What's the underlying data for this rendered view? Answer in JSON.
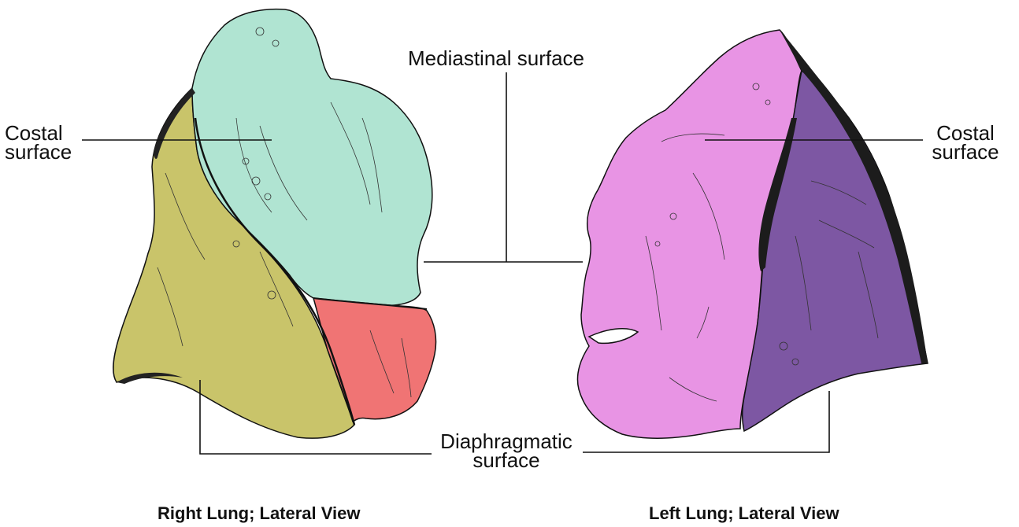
{
  "labels": {
    "costal_left_line1": "Costal",
    "costal_left_line2": "surface",
    "mediastinal": "Mediastinal surface",
    "costal_right_line1": "Costal",
    "costal_right_line2": "surface",
    "diaphragmatic_line1": "Diaphragmatic",
    "diaphragmatic_line2": "surface"
  },
  "captions": {
    "right_lung": "Right Lung; Lateral View",
    "left_lung": "Left Lung; Lateral View"
  },
  "colors": {
    "right_upper_lobe": "#b0e4d2",
    "right_middle_lobe": "#f07474",
    "right_lower_lobe": "#c9c46a",
    "left_upper_lobe": "#e894e4",
    "left_lower_lobe": "#7d57a3",
    "outline": "#111111",
    "leader_line": "#111111"
  }
}
